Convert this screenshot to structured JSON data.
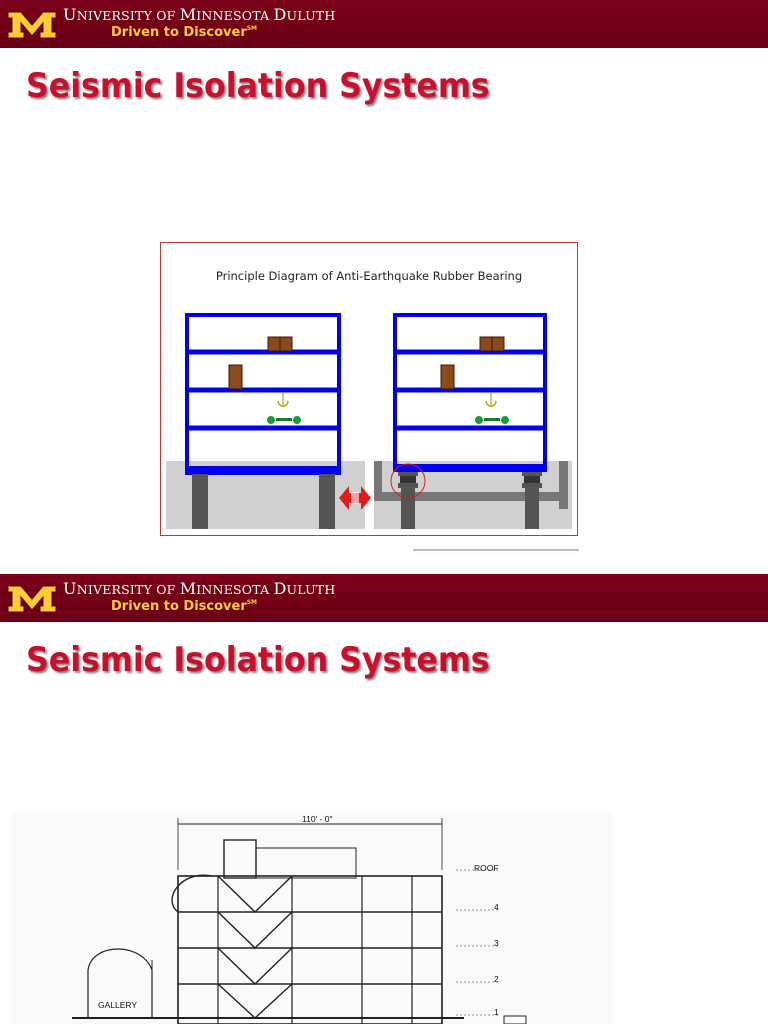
{
  "header": {
    "university_first": "U",
    "university_rest": "NIVERSITY OF ",
    "minnesota_first": "M",
    "minnesota_rest": "INNESOTA ",
    "duluth_first": "D",
    "duluth_rest": "ULUTH",
    "tagline": "Driven to Discover",
    "tm": "SM",
    "logo_color": "#ffcc33",
    "bar_color": "#7a0019"
  },
  "slides": [
    {
      "title": "Seismic Isolation Systems",
      "diagram": {
        "title": "Principle Diagram of Anti-Earthquake Rubber Bearing"
      }
    },
    {
      "title": "Seismic Isolation Systems",
      "elevation": {
        "width_label": "110' - 0\"",
        "levels": [
          "ROOF",
          "4",
          "3",
          "2",
          "1"
        ],
        "gallery_label": "GALLERY"
      }
    }
  ],
  "colors": {
    "title_red": "#c8102e",
    "frame_blue": "#0000ee",
    "ground_gray": "#d0d0d0",
    "column_dark": "#555555"
  }
}
